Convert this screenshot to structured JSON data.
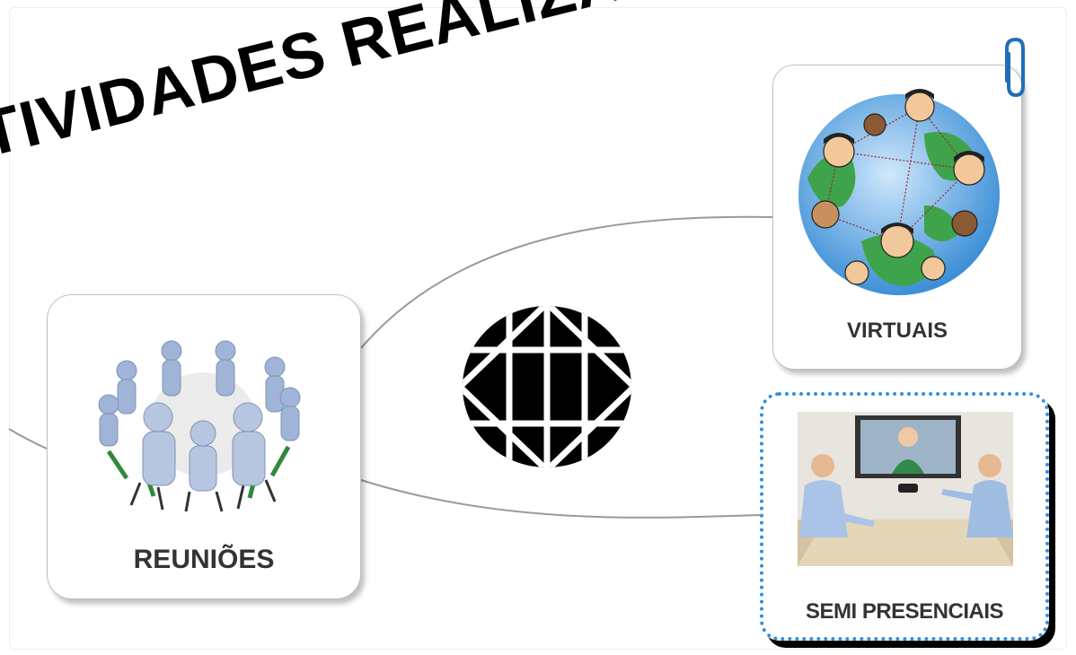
{
  "title": "TIVIDADES REALIZAD",
  "nodes": {
    "reunioes": {
      "label": "REUNIÕES",
      "icon": "meeting-circle-people-icon"
    },
    "virtuais": {
      "label": "VIRTUAIS",
      "icon": "globe-people-network-icon"
    },
    "semi": {
      "label": "SEMI PRESENCIAIS",
      "icon": "video-conference-photo"
    }
  },
  "center_icon": "globe-grid-icon",
  "attachment_icon": "paperclip-icon",
  "colors": {
    "semi_border": "#2f8fe0",
    "node_border": "#bfbfbf",
    "connector": "#9a9a9a"
  }
}
